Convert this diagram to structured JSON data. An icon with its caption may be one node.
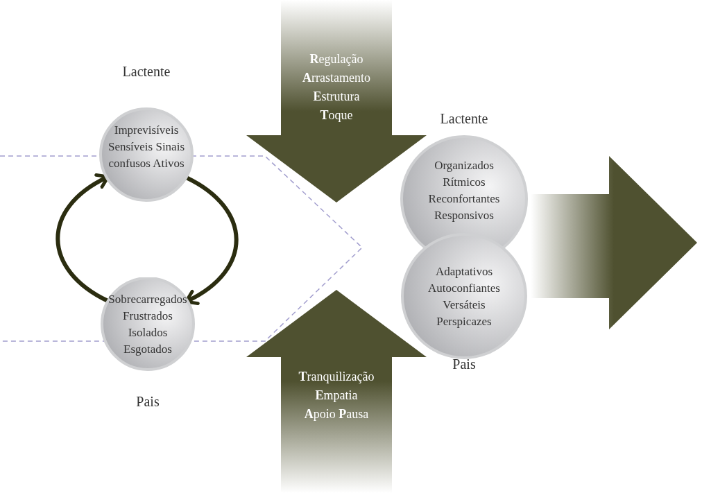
{
  "diagram": {
    "nodes": [
      {
        "text": [
          "Lactente",
          "Imprevisíveis Sensíveis Sinais confusos Ativos"
        ]
      },
      {
        "text": [
          "Sobrecarregados Frustrados Isolados Esgotados",
          "Pais"
        ]
      },
      {
        "text": [
          "**R**egulação **A**rrastamento **E**strutura **T**oque"
        ]
      },
      {
        "text": [
          "Lactente",
          "Organizados Rítmicos Reconfortantes Responsivos"
        ]
      },
      {
        "text": [
          "Adaptativos Autoconfiantes Versáteis Perspicazes",
          "Pais"
        ]
      },
      {
        "text": [
          "**T**ranquilização **E**mpatia **A**poio **P**ausa"
        ]
      }
    ],
    "edges": [
      {
        "from": 0,
        "to": 1,
        "arrow": "to"
      },
      {
        "from": 1,
        "to": 0,
        "arrow": "to"
      }
    ]
  }
}
